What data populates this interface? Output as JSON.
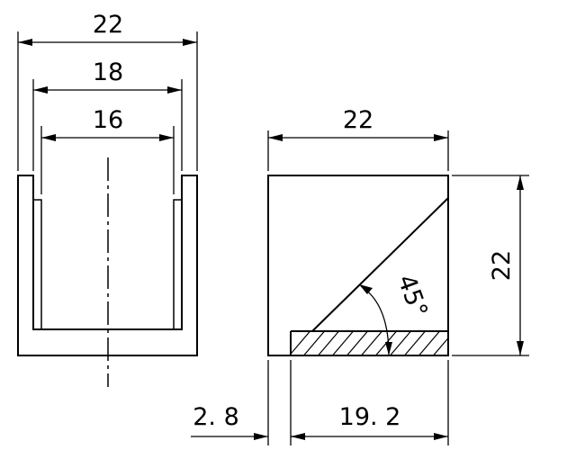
{
  "dimensions": {
    "front_overall_width": "22",
    "front_inner_width": "18",
    "front_inner_pocket": "16",
    "side_width": "22",
    "side_height": "22",
    "chamfer_angle": "45°",
    "offset_small": "2. 8",
    "offset_large": "19. 2"
  }
}
